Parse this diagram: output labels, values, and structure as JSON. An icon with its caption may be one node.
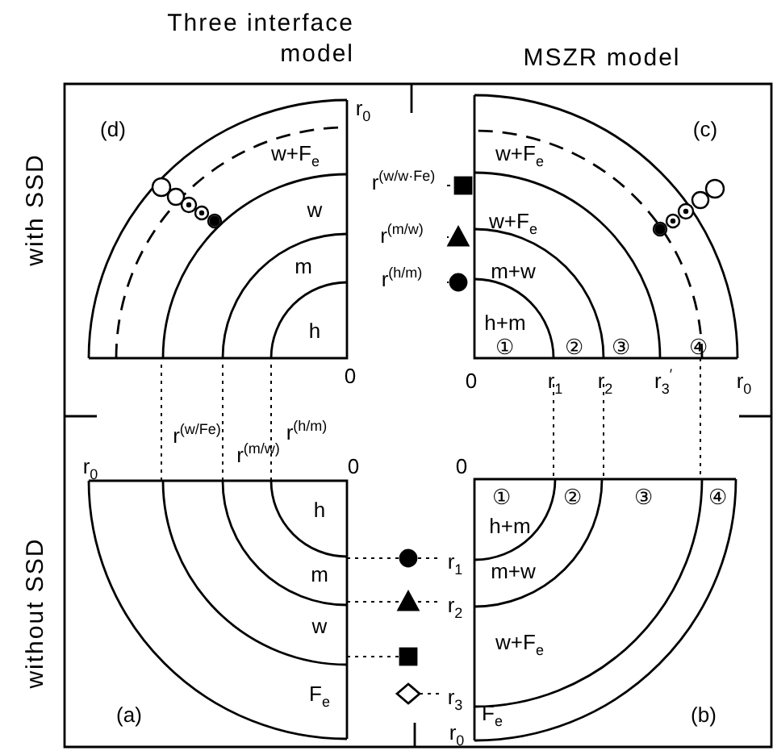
{
  "diagram": {
    "labels": [
      "Three interface model",
      "MSZR model",
      "r$_{0}$",
      "(d)",
      "(c)",
      "w+F$_{e}$",
      "w+F$_{e}$",
      "r$^{(w/w·Fe)}$",
      "w",
      "w+F$_{e}$",
      "r$^{(m/w)}$",
      "m",
      "m+w",
      "r$^{(h/m)}$",
      "h",
      "h+m",
      "①",
      "②",
      "③",
      "④",
      "0",
      "0",
      "r$_{1}$",
      "r$_{2}$",
      "r$_{3}$$^{′}$",
      "r$_{0}$",
      "with SSD",
      "r$^{(w/Fe)}$",
      "r$^{(h/m)}$",
      "r$_{0}$",
      "r$^{(m/w)}$",
      "0",
      "0",
      "①",
      "②",
      "③",
      "④",
      "h",
      "h+m",
      "m",
      "r$_{1}$",
      "m+w",
      "r$_{2}$",
      "w",
      "w+F$_{e}$",
      "F$_{e}$",
      "r$_{3}$",
      "(a)",
      "F$_{e}$",
      "(b)",
      "r$_{0}$",
      "without SSD"
    ]
  }
}
